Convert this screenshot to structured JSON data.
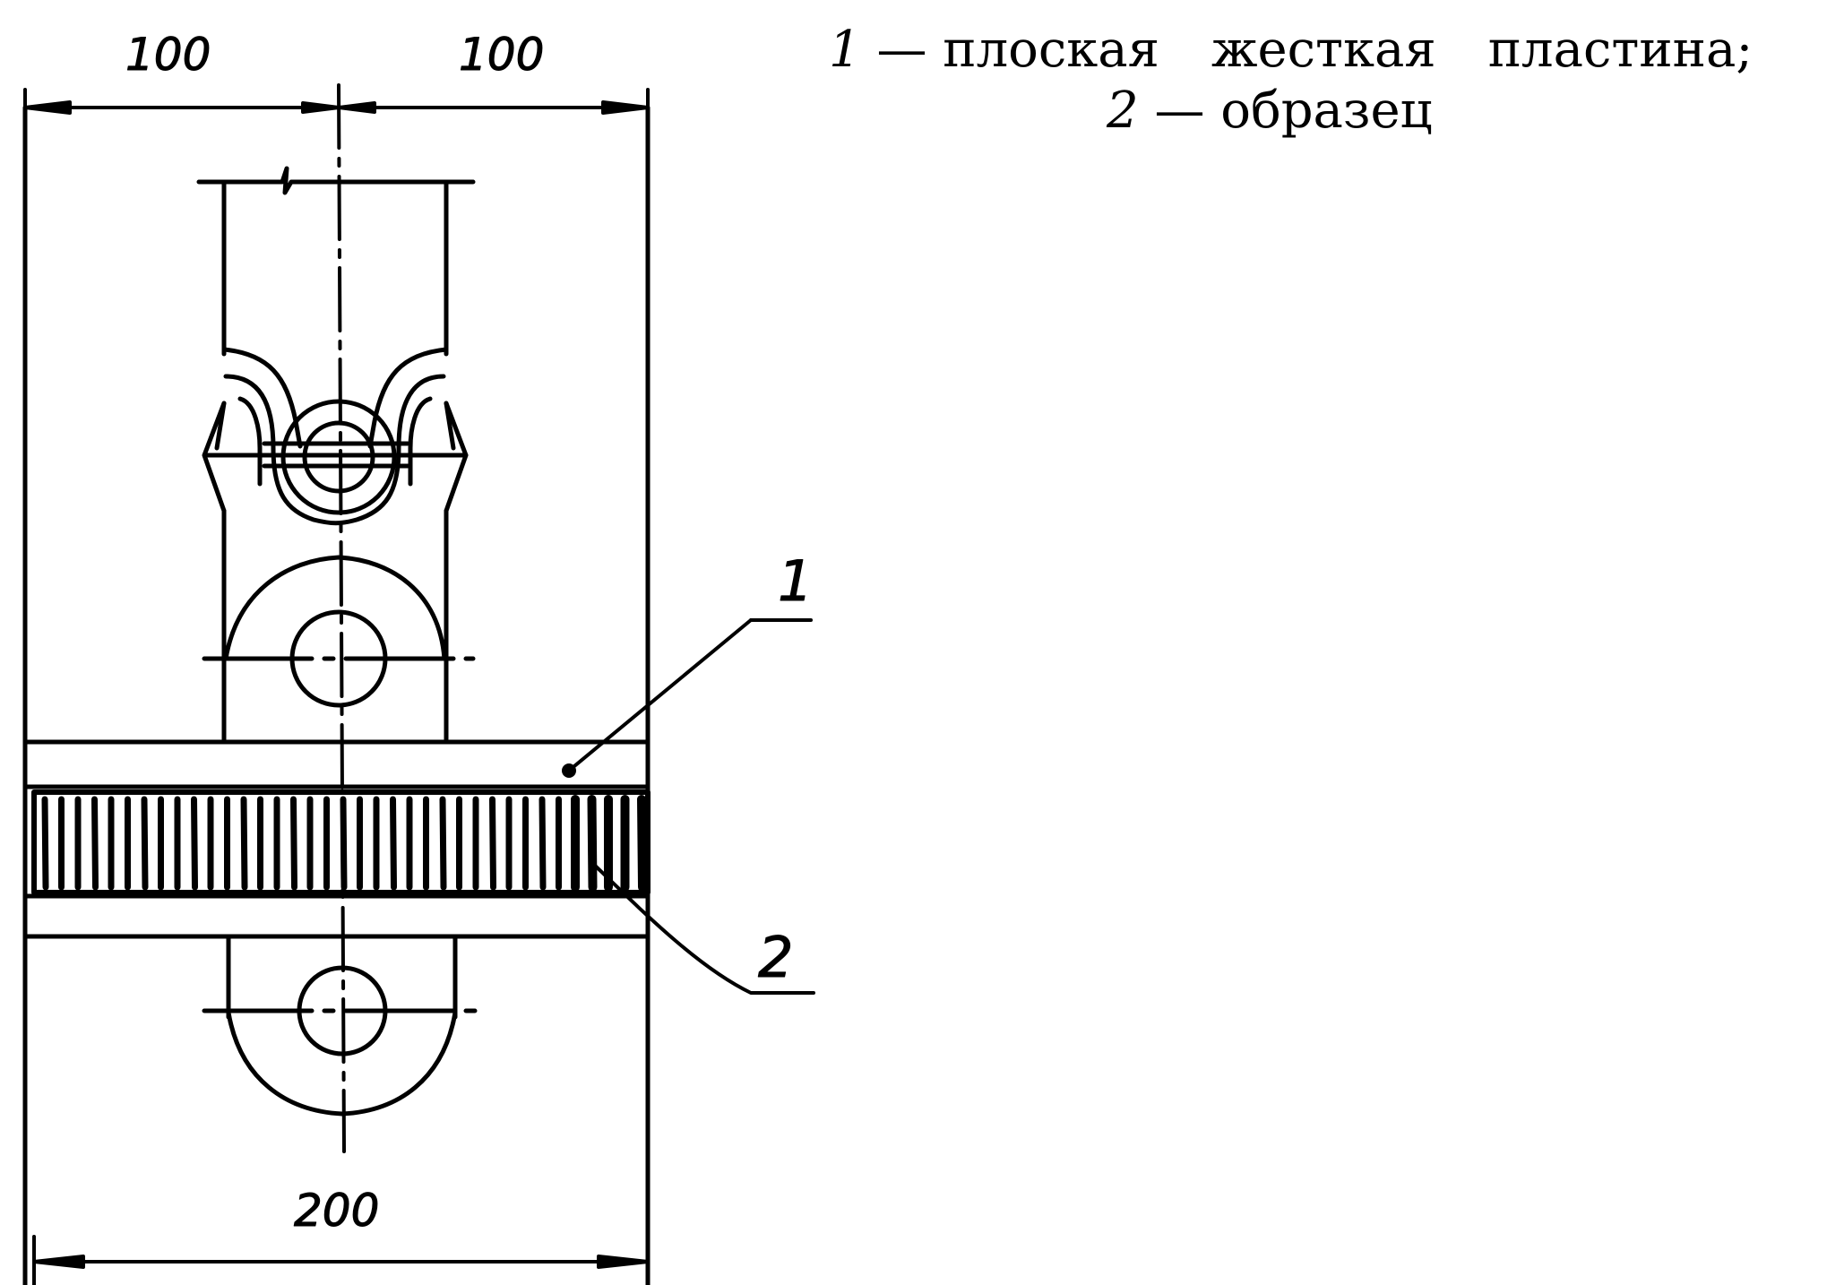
{
  "dimensions": {
    "top_left": "100",
    "top_right": "100",
    "bottom": "200"
  },
  "callouts": {
    "plate": "1",
    "specimen": "2"
  },
  "legend": {
    "item1_number": "1",
    "item1_dash": "—",
    "item1_word1": "плоская",
    "item1_word2": "жесткая",
    "item1_word3": "пластина;",
    "item2_number": "2",
    "item2_dash": "—",
    "item2_text": "образец"
  },
  "colors": {
    "ink": "#000000",
    "paper": "#ffffff"
  }
}
